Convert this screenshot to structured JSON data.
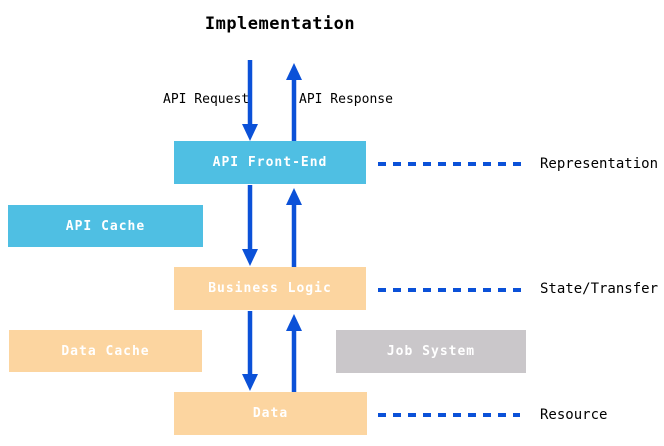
{
  "title": "Implementation",
  "flow_labels": {
    "request": "API Request",
    "response": "API Response"
  },
  "boxes": {
    "api_front_end": "API Front-End",
    "api_cache": "API Cache",
    "business_logic": "Business Logic",
    "data_cache": "Data Cache",
    "job_system": "Job System",
    "data": "Data"
  },
  "layer_labels": {
    "representation": "Representation",
    "state_transfer": "State/Transfer",
    "resource": "Resource"
  },
  "icons": {
    "down_arrow": "down-arrow",
    "up_arrow": "up-arrow",
    "dashed_connector": "dashed-line"
  },
  "colors": {
    "arrow": "#0B51D8",
    "cyan": "#4FBFE3",
    "peach": "#FCD5A0",
    "gray": "#CAC7CA",
    "text": "#000000",
    "box_text": "#FFFFFF",
    "background": "#FFFFFF"
  }
}
